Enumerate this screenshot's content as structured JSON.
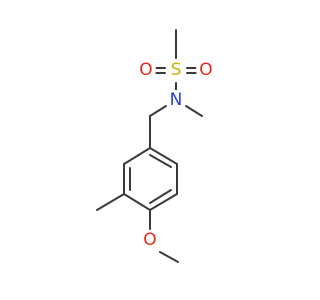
{
  "molecule": {
    "atoms": [
      {
        "label": "S",
        "color": "#c8b400"
      },
      {
        "label": "O",
        "color": "#e8281c"
      },
      {
        "label": "O",
        "color": "#e8281c"
      },
      {
        "label": "N",
        "color": "#2a3fd8"
      },
      {
        "label": "O",
        "color": "#e8281c"
      }
    ],
    "bond_color": "#3a3a3a"
  }
}
